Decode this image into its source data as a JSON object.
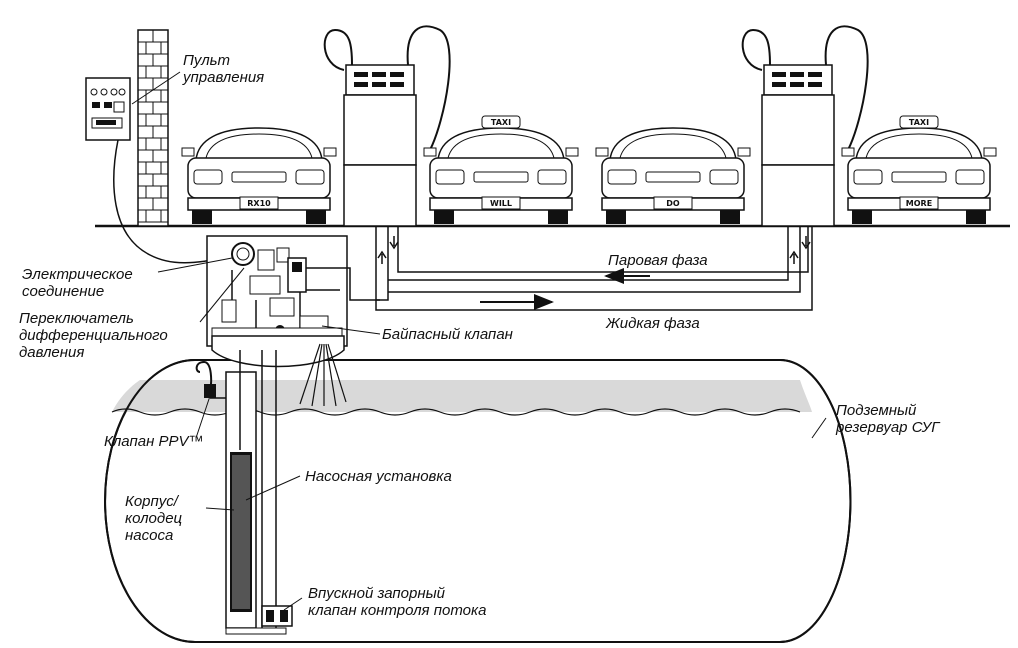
{
  "labels": {
    "control_panel": [
      "Пульт",
      "управления"
    ],
    "electrical": [
      "Электрическое",
      "соединение"
    ],
    "diff_switch": [
      "Переключатель",
      "дифференциального",
      "давления"
    ],
    "bypass": "Байпасный клапан",
    "vapor_phase": "Паровая фаза",
    "liquid_phase": "Жидкая фаза",
    "ppv_valve": "Клапан PPV™",
    "pump_unit": "Насосная установка",
    "casing": [
      "Корпус/",
      "колодец",
      "насоса"
    ],
    "tank": [
      "Подземный",
      "резервуар СУГ"
    ],
    "inlet_valve": [
      "Впускной запорный",
      "клапан контроля потока"
    ]
  },
  "cars": [
    {
      "plate": "RX10",
      "taxi": false
    },
    {
      "plate": "WILL",
      "taxi": true,
      "taxi_sign": "TAXI"
    },
    {
      "plate": "DO",
      "taxi": false
    },
    {
      "plate": "MORE",
      "taxi": true,
      "taxi_sign": "TAXI"
    }
  ],
  "colors": {
    "line": "#111111",
    "tank_band": "#d9d9d9",
    "brick": "#ffffff"
  }
}
